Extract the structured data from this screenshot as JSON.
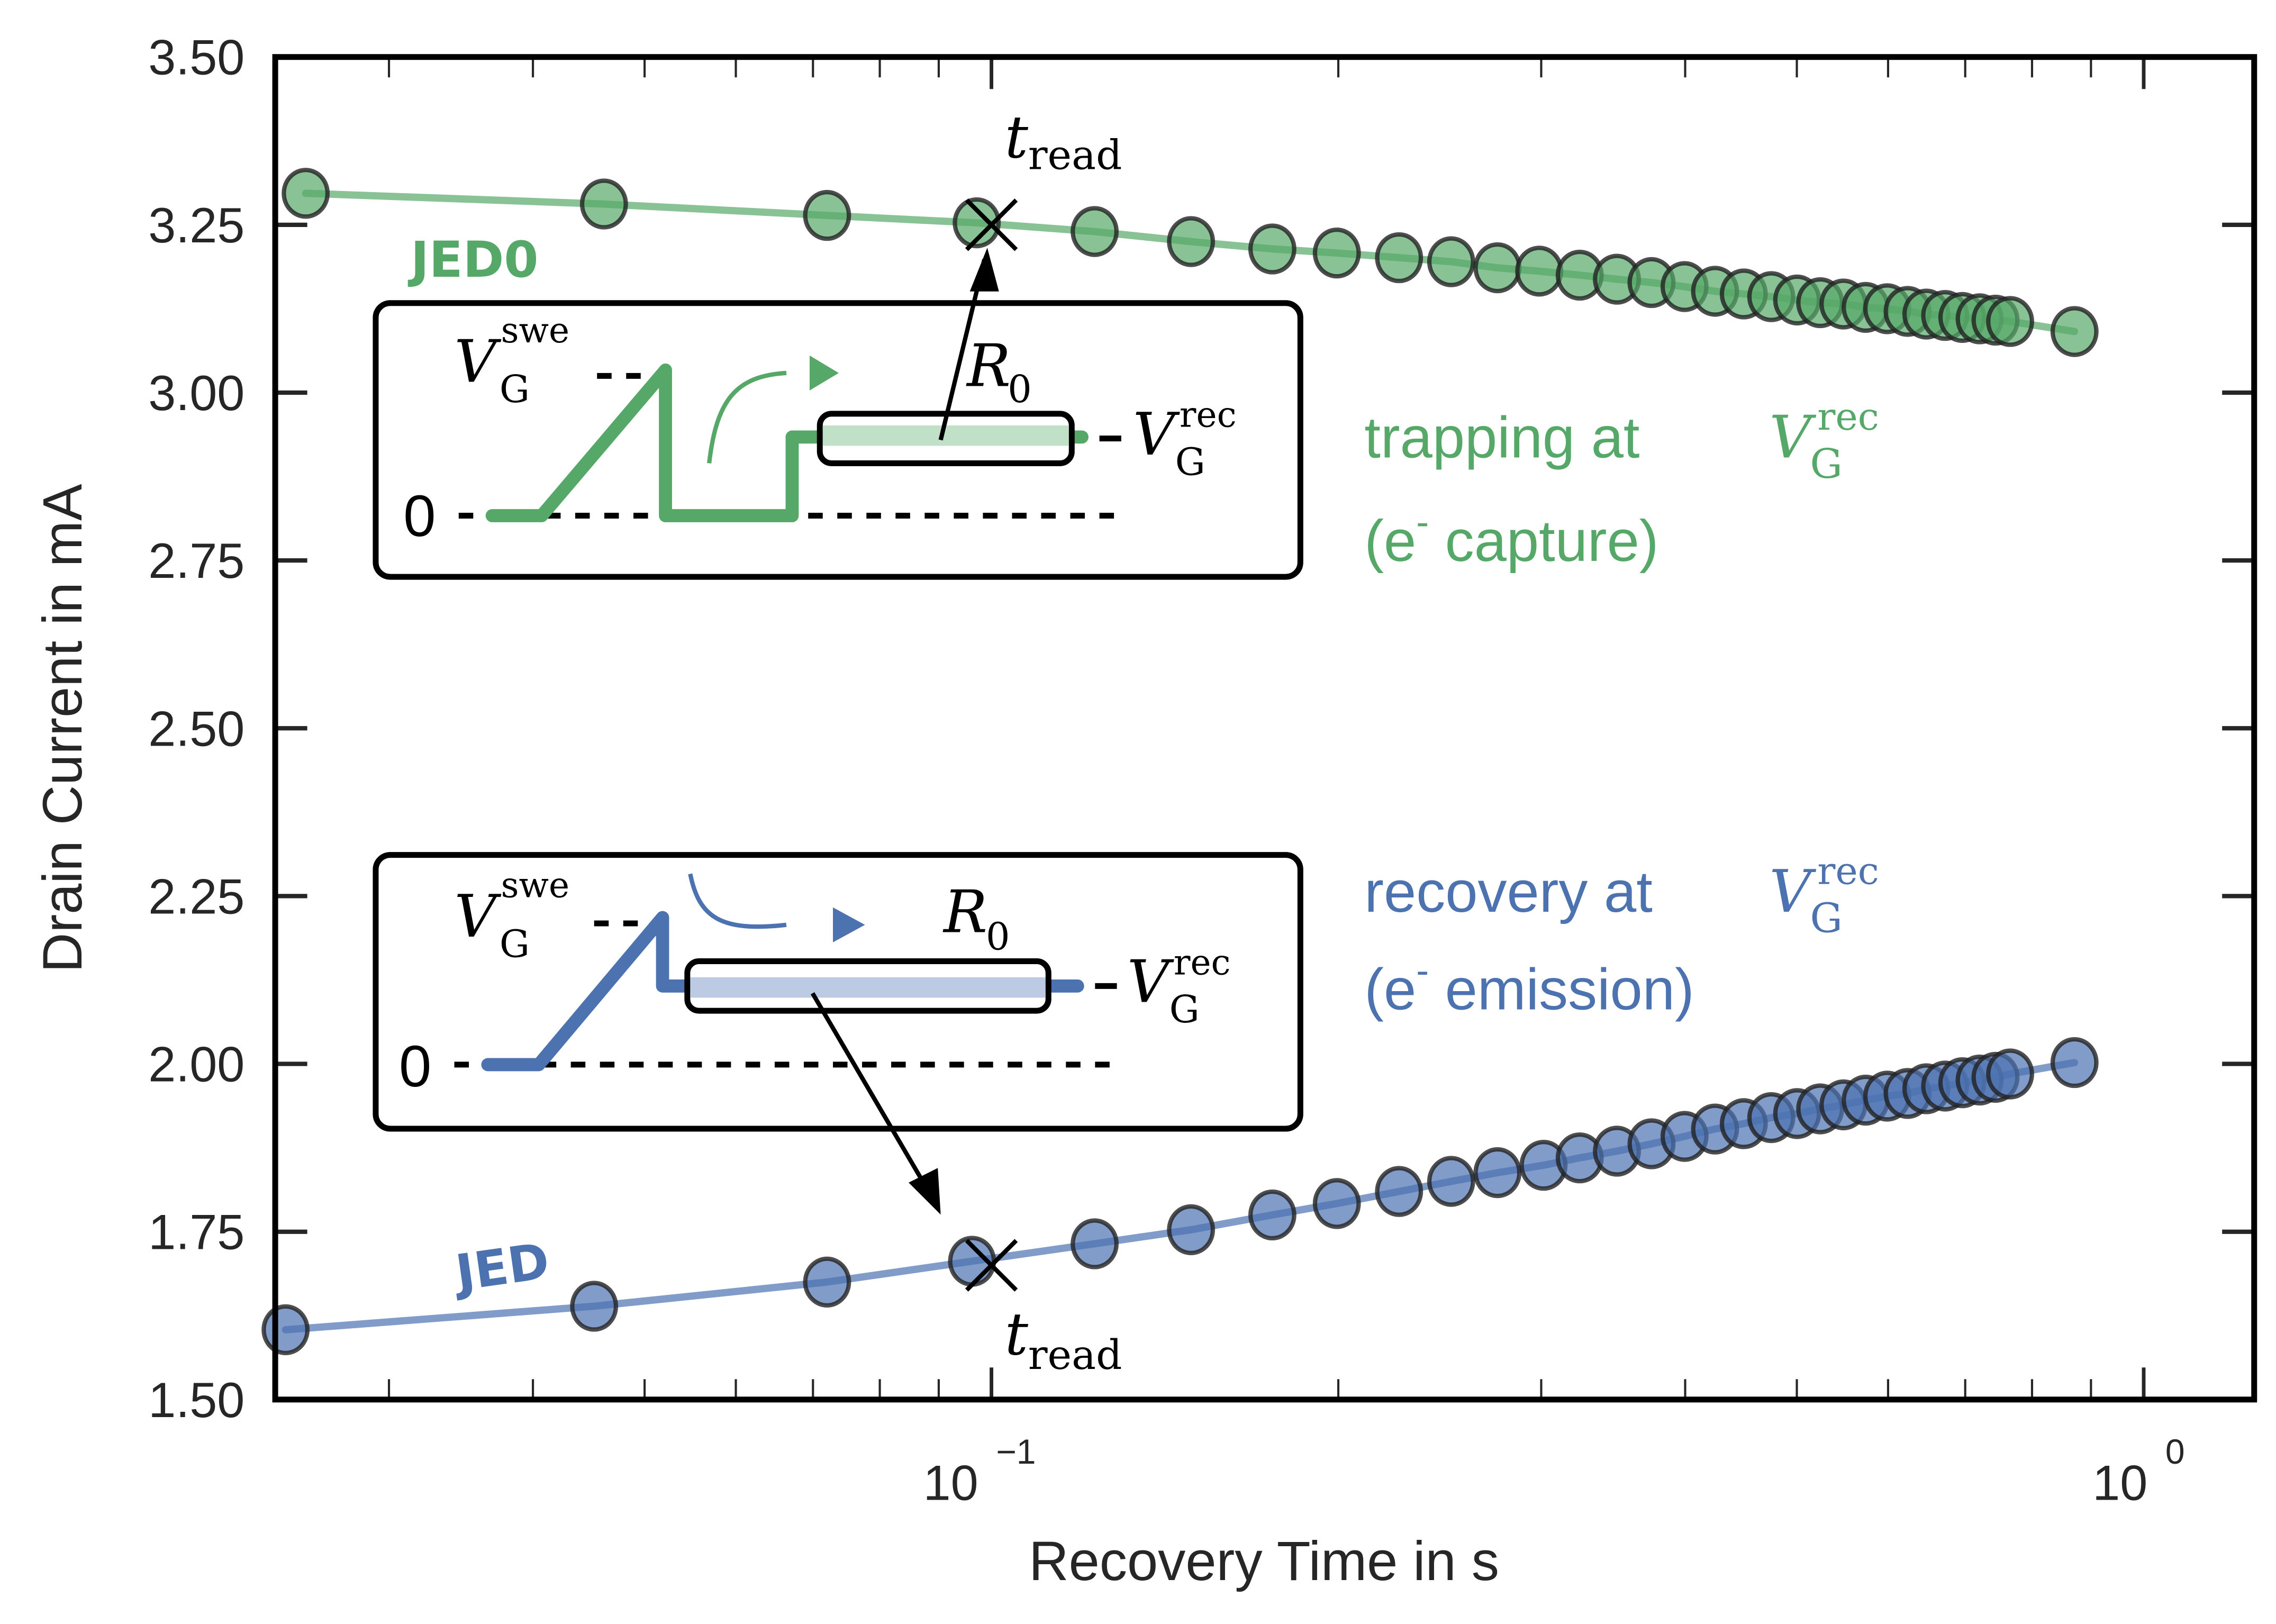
{
  "chart_data": {
    "type": "scatter",
    "xscale": "log",
    "xlabel": "Recovery Time in s",
    "ylabel": "Drain Current in mA",
    "xlim": [
      0.0239,
      1.247
    ],
    "ylim": [
      1.5,
      3.5
    ],
    "yticks": [
      "1.50",
      "1.75",
      "2.00",
      "2.25",
      "2.50",
      "2.75",
      "3.00",
      "3.25",
      "3.50"
    ],
    "ytick_values": [
      1.5,
      1.75,
      2.0,
      2.25,
      2.5,
      2.75,
      3.0,
      3.25,
      3.5
    ],
    "xticks": [
      {
        "value": 0.1,
        "base": "10",
        "exp": "−1"
      },
      {
        "value": 1,
        "base": "10",
        "exp": "0"
      }
    ],
    "grid": false,
    "series": [
      {
        "name": "JED0",
        "color": "#55a868",
        "x": [
          0.0254,
          0.0461,
          0.072,
          0.0971,
          0.1229,
          0.149,
          0.1753,
          0.1994,
          0.2258,
          0.2506,
          0.2749,
          0.2988,
          0.324,
          0.349,
          0.374,
          0.3995,
          0.4246,
          0.4497,
          0.4751,
          0.5003,
          0.5239,
          0.5488,
          0.5737,
          0.599,
          0.6239,
          0.6477,
          0.6725,
          0.696,
          0.7205,
          0.7437,
          0.7657,
          0.8709
        ],
        "y": [
          3.297,
          3.281,
          3.264,
          3.253,
          3.24,
          3.225,
          3.214,
          3.208,
          3.201,
          3.195,
          3.186,
          3.181,
          3.175,
          3.169,
          3.164,
          3.158,
          3.151,
          3.147,
          3.143,
          3.138,
          3.134,
          3.132,
          3.127,
          3.125,
          3.121,
          3.117,
          3.115,
          3.112,
          3.11,
          3.108,
          3.106,
          3.091
        ]
      },
      {
        "name": "JED",
        "color": "#4c72b0",
        "x": [
          0.0244,
          0.0452,
          0.072,
          0.0962,
          0.1229,
          0.149,
          0.1753,
          0.1994,
          0.2258,
          0.2506,
          0.2749,
          0.3014,
          0.324,
          0.349,
          0.374,
          0.3995,
          0.4246,
          0.4497,
          0.4751,
          0.5003,
          0.5239,
          0.5488,
          0.5737,
          0.599,
          0.6239,
          0.6477,
          0.6725,
          0.696,
          0.7205,
          0.7437,
          0.7657,
          0.8709
        ],
        "y": [
          1.604,
          1.639,
          1.675,
          1.706,
          1.732,
          1.753,
          1.775,
          1.792,
          1.81,
          1.825,
          1.838,
          1.849,
          1.86,
          1.87,
          1.881,
          1.892,
          1.903,
          1.911,
          1.92,
          1.926,
          1.933,
          1.939,
          1.946,
          1.952,
          1.956,
          1.963,
          1.967,
          1.972,
          1.976,
          1.98,
          1.985,
          2.002
        ]
      }
    ],
    "annotations": {
      "series_label_top": "JED0",
      "series_label_bottom": "JED",
      "t_read_main": "t",
      "t_read_sub": "read",
      "t_read_x": 0.1,
      "t_read_y_top": 3.25,
      "t_read_y_bottom": 1.7,
      "trap_line1": "trapping at",
      "trap_line2_a": "(e",
      "trap_line2_sup": "-",
      "trap_line2_b": " capture)",
      "rec_line1": "recovery at",
      "rec_line2_a": "(e",
      "rec_line2_sup": "-",
      "rec_line2_b": " emission)",
      "v_symbol": "V",
      "v_sub": "G",
      "swe_sup": "swe",
      "rec_sup": "rec",
      "r_symbol": "R",
      "r_sub": "0",
      "zero_label": "0"
    },
    "colors": {
      "green": "#55a868",
      "green_light": "#8cc59a",
      "blue": "#4c72b0",
      "blue_light": "#8aa6d4"
    }
  }
}
